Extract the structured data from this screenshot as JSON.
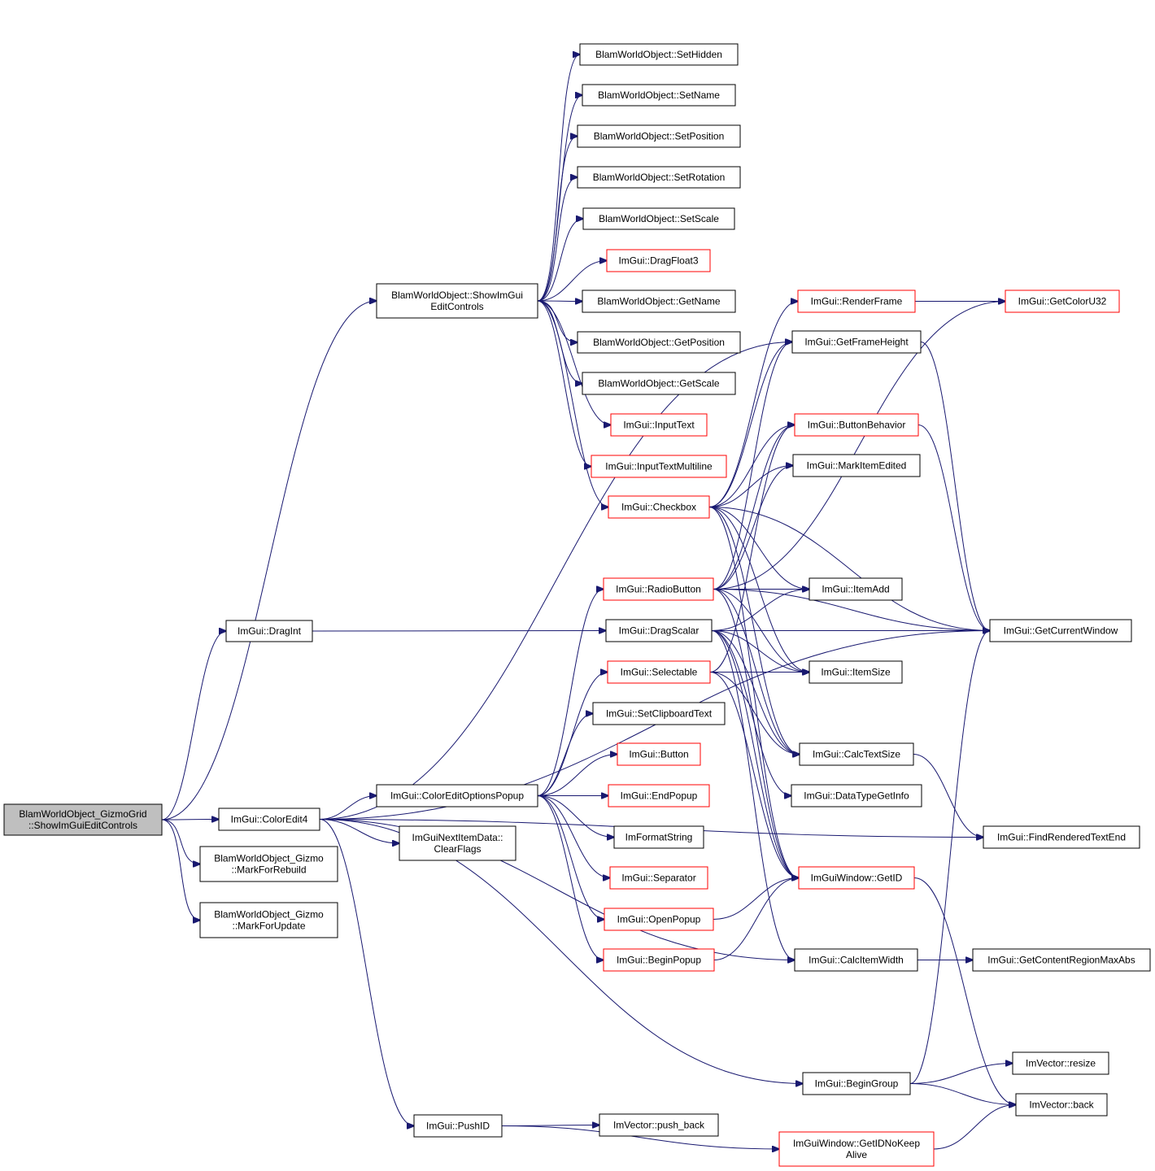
{
  "graph": {
    "colors": {
      "edge": "#191970",
      "border": "#000000",
      "border_incomplete": "#ff0000",
      "root_fill": "#bfbfbf",
      "background": "#ffffff"
    },
    "nodes": [
      {
        "id": "root",
        "lines": [
          "BlamWorldObject_GizmoGrid",
          "::ShowImGuiEditControls"
        ],
        "style": "root"
      },
      {
        "id": "bwo_showedit",
        "lines": [
          "BlamWorldObject::ShowImGui",
          "EditControls"
        ],
        "style": "black"
      },
      {
        "id": "draglnt",
        "lines": [
          "ImGui::DragInt"
        ],
        "style": "black"
      },
      {
        "id": "coloredit4",
        "lines": [
          "ImGui::ColorEdit4"
        ],
        "style": "black"
      },
      {
        "id": "markrebuild",
        "lines": [
          "BlamWorldObject_Gizmo",
          "::MarkForRebuild"
        ],
        "style": "black"
      },
      {
        "id": "markupdate",
        "lines": [
          "BlamWorldObject_Gizmo",
          "::MarkForUpdate"
        ],
        "style": "black"
      },
      {
        "id": "sethidden",
        "lines": [
          "BlamWorldObject::SetHidden"
        ],
        "style": "black"
      },
      {
        "id": "setname",
        "lines": [
          "BlamWorldObject::SetName"
        ],
        "style": "black"
      },
      {
        "id": "setposition",
        "lines": [
          "BlamWorldObject::SetPosition"
        ],
        "style": "black"
      },
      {
        "id": "setrotation",
        "lines": [
          "BlamWorldObject::SetRotation"
        ],
        "style": "black"
      },
      {
        "id": "setscale",
        "lines": [
          "BlamWorldObject::SetScale"
        ],
        "style": "black"
      },
      {
        "id": "dragfloat3",
        "lines": [
          "ImGui::DragFloat3"
        ],
        "style": "red"
      },
      {
        "id": "getname",
        "lines": [
          "BlamWorldObject::GetName"
        ],
        "style": "black"
      },
      {
        "id": "getposition",
        "lines": [
          "BlamWorldObject::GetPosition"
        ],
        "style": "black"
      },
      {
        "id": "getscale",
        "lines": [
          "BlamWorldObject::GetScale"
        ],
        "style": "black"
      },
      {
        "id": "inputtext",
        "lines": [
          "ImGui::InputText"
        ],
        "style": "red"
      },
      {
        "id": "inputtextml",
        "lines": [
          "ImGui::InputTextMultiline"
        ],
        "style": "red"
      },
      {
        "id": "checkbox",
        "lines": [
          "ImGui::Checkbox"
        ],
        "style": "red"
      },
      {
        "id": "radiobutton",
        "lines": [
          "ImGui::RadioButton"
        ],
        "style": "red"
      },
      {
        "id": "dragscalar",
        "lines": [
          "ImGui::DragScalar"
        ],
        "style": "black"
      },
      {
        "id": "selectable",
        "lines": [
          "ImGui::Selectable"
        ],
        "style": "red"
      },
      {
        "id": "setclipboard",
        "lines": [
          "ImGui::SetClipboardText"
        ],
        "style": "black"
      },
      {
        "id": "button",
        "lines": [
          "ImGui::Button"
        ],
        "style": "red"
      },
      {
        "id": "coloreditopts",
        "lines": [
          "ImGui::ColorEditOptionsPopup"
        ],
        "style": "black"
      },
      {
        "id": "endpopup",
        "lines": [
          "ImGui::EndPopup"
        ],
        "style": "red"
      },
      {
        "id": "imformatstring",
        "lines": [
          "ImFormatString"
        ],
        "style": "black"
      },
      {
        "id": "separator",
        "lines": [
          "ImGui::Separator"
        ],
        "style": "red"
      },
      {
        "id": "openpopup",
        "lines": [
          "ImGui::OpenPopup"
        ],
        "style": "red"
      },
      {
        "id": "beginpopup",
        "lines": [
          "ImGui::BeginPopup"
        ],
        "style": "red"
      },
      {
        "id": "nextitemdata",
        "lines": [
          "ImGuiNextItemData::",
          "ClearFlags"
        ],
        "style": "black"
      },
      {
        "id": "pushid",
        "lines": [
          "ImGui::PushID"
        ],
        "style": "black"
      },
      {
        "id": "pushback",
        "lines": [
          "ImVector::push_back"
        ],
        "style": "black"
      },
      {
        "id": "renderframe",
        "lines": [
          "ImGui::RenderFrame"
        ],
        "style": "red"
      },
      {
        "id": "getframeheight",
        "lines": [
          "ImGui::GetFrameHeight"
        ],
        "style": "black"
      },
      {
        "id": "buttonbehavior",
        "lines": [
          "ImGui::ButtonBehavior"
        ],
        "style": "red"
      },
      {
        "id": "markitemedited",
        "lines": [
          "ImGui::MarkItemEdited"
        ],
        "style": "black"
      },
      {
        "id": "itemadd",
        "lines": [
          "ImGui::ItemAdd"
        ],
        "style": "black"
      },
      {
        "id": "itemsize",
        "lines": [
          "ImGui::ItemSize"
        ],
        "style": "black"
      },
      {
        "id": "calctextsize",
        "lines": [
          "ImGui::CalcTextSize"
        ],
        "style": "black"
      },
      {
        "id": "datatypegetinfo",
        "lines": [
          "ImGui::DataTypeGetInfo"
        ],
        "style": "black"
      },
      {
        "id": "getid",
        "lines": [
          "ImGuiWindow::GetID"
        ],
        "style": "red"
      },
      {
        "id": "calcitemwidth",
        "lines": [
          "ImGui::CalcItemWidth"
        ],
        "style": "black"
      },
      {
        "id": "begingroup",
        "lines": [
          "ImGui::BeginGroup"
        ],
        "style": "black"
      },
      {
        "id": "getidnokeep",
        "lines": [
          "ImGuiWindow::GetIDNoKeep",
          "Alive"
        ],
        "style": "red"
      },
      {
        "id": "getcoloru32",
        "lines": [
          "ImGui::GetColorU32"
        ],
        "style": "red"
      },
      {
        "id": "getcurrentwindow",
        "lines": [
          "ImGui::GetCurrentWindow"
        ],
        "style": "black"
      },
      {
        "id": "findrendered",
        "lines": [
          "ImGui::FindRenderedTextEnd"
        ],
        "style": "black"
      },
      {
        "id": "getcontentregion",
        "lines": [
          "ImGui::GetContentRegionMaxAbs"
        ],
        "style": "black"
      },
      {
        "id": "imvresize",
        "lines": [
          "ImVector::resize"
        ],
        "style": "black"
      },
      {
        "id": "imvback",
        "lines": [
          "ImVector::back"
        ],
        "style": "black"
      }
    ],
    "edges": [
      [
        "root",
        "bwo_showedit"
      ],
      [
        "root",
        "draglnt"
      ],
      [
        "root",
        "coloredit4"
      ],
      [
        "root",
        "markrebuild"
      ],
      [
        "root",
        "markupdate"
      ],
      [
        "bwo_showedit",
        "sethidden"
      ],
      [
        "bwo_showedit",
        "setname"
      ],
      [
        "bwo_showedit",
        "setposition"
      ],
      [
        "bwo_showedit",
        "setrotation"
      ],
      [
        "bwo_showedit",
        "setscale"
      ],
      [
        "bwo_showedit",
        "dragfloat3"
      ],
      [
        "bwo_showedit",
        "getname"
      ],
      [
        "bwo_showedit",
        "getposition"
      ],
      [
        "bwo_showedit",
        "getscale"
      ],
      [
        "bwo_showedit",
        "inputtext"
      ],
      [
        "bwo_showedit",
        "inputtextml"
      ],
      [
        "bwo_showedit",
        "checkbox"
      ],
      [
        "draglnt",
        "dragscalar"
      ],
      [
        "coloredit4",
        "coloreditopts"
      ],
      [
        "coloredit4",
        "nextitemdata"
      ],
      [
        "coloredit4",
        "pushid"
      ],
      [
        "coloredit4",
        "getframeheight"
      ],
      [
        "coloredit4",
        "getcurrentwindow"
      ],
      [
        "coloredit4",
        "calcitemwidth"
      ],
      [
        "coloredit4",
        "begingroup"
      ],
      [
        "coloredit4",
        "findrendered"
      ],
      [
        "coloreditopts",
        "radiobutton"
      ],
      [
        "coloreditopts",
        "selectable"
      ],
      [
        "coloreditopts",
        "setclipboard"
      ],
      [
        "coloreditopts",
        "button"
      ],
      [
        "coloreditopts",
        "endpopup"
      ],
      [
        "coloreditopts",
        "imformatstring"
      ],
      [
        "coloreditopts",
        "separator"
      ],
      [
        "coloreditopts",
        "openpopup"
      ],
      [
        "coloreditopts",
        "beginpopup"
      ],
      [
        "checkbox",
        "renderframe"
      ],
      [
        "checkbox",
        "getframeheight"
      ],
      [
        "checkbox",
        "buttonbehavior"
      ],
      [
        "checkbox",
        "markitemedited"
      ],
      [
        "checkbox",
        "itemadd"
      ],
      [
        "checkbox",
        "itemsize"
      ],
      [
        "checkbox",
        "calctextsize"
      ],
      [
        "checkbox",
        "getid"
      ],
      [
        "checkbox",
        "getcurrentwindow"
      ],
      [
        "radiobutton",
        "itemadd"
      ],
      [
        "radiobutton",
        "itemsize"
      ],
      [
        "radiobutton",
        "calctextsize"
      ],
      [
        "radiobutton",
        "getid"
      ],
      [
        "radiobutton",
        "getcurrentwindow"
      ],
      [
        "radiobutton",
        "buttonbehavior"
      ],
      [
        "radiobutton",
        "getframeheight"
      ],
      [
        "radiobutton",
        "markitemedited"
      ],
      [
        "radiobutton",
        "getcoloru32"
      ],
      [
        "dragscalar",
        "itemadd"
      ],
      [
        "dragscalar",
        "itemsize"
      ],
      [
        "dragscalar",
        "calctextsize"
      ],
      [
        "dragscalar",
        "datatypegetinfo"
      ],
      [
        "dragscalar",
        "getid"
      ],
      [
        "dragscalar",
        "calcitemwidth"
      ],
      [
        "dragscalar",
        "getcurrentwindow"
      ],
      [
        "selectable",
        "itemsize"
      ],
      [
        "selectable",
        "calctextsize"
      ],
      [
        "selectable",
        "getid"
      ],
      [
        "selectable",
        "buttonbehavior"
      ],
      [
        "pushid",
        "pushback"
      ],
      [
        "pushid",
        "getidnokeep"
      ],
      [
        "openpopup",
        "getid"
      ],
      [
        "beginpopup",
        "getid"
      ],
      [
        "renderframe",
        "getcoloru32"
      ],
      [
        "calctextsize",
        "findrendered"
      ],
      [
        "calcitemwidth",
        "getcontentregion"
      ],
      [
        "begingroup",
        "imvresize"
      ],
      [
        "begingroup",
        "imvback"
      ],
      [
        "begingroup",
        "getcurrentwindow"
      ],
      [
        "getid",
        "imvback"
      ],
      [
        "getidnokeep",
        "imvback"
      ],
      [
        "buttonbehavior",
        "getcurrentwindow"
      ],
      [
        "getframeheight",
        "getcurrentwindow"
      ]
    ]
  }
}
